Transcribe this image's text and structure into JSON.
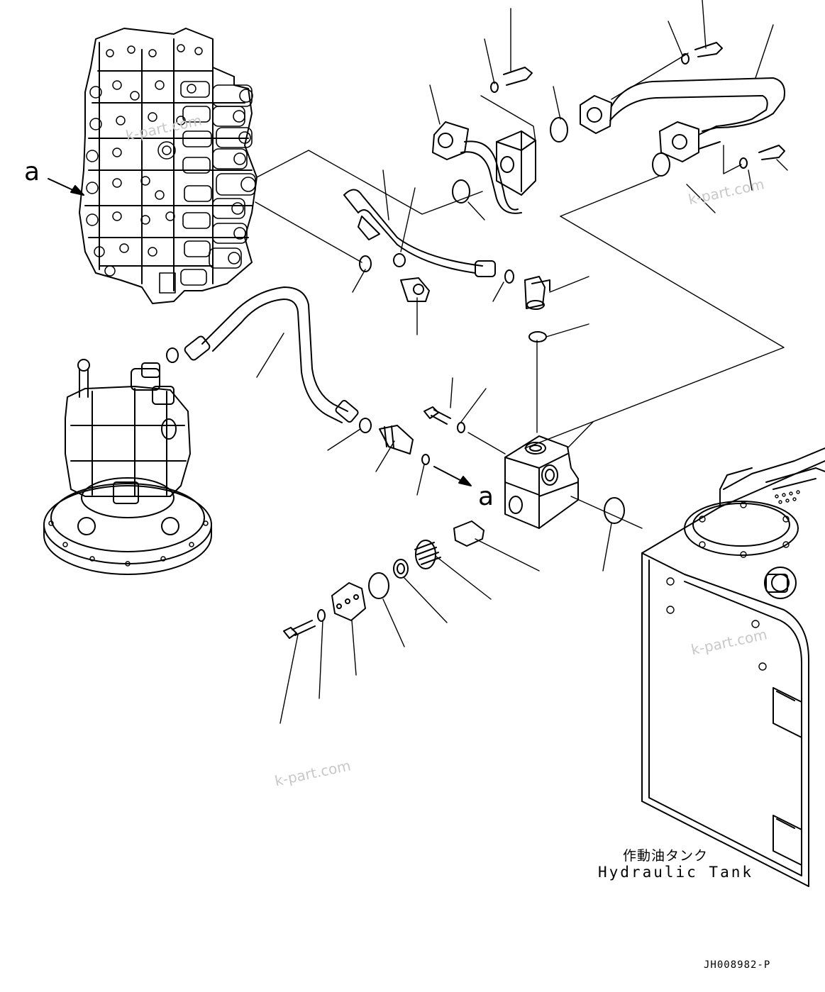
{
  "diagram": {
    "view_marker_top": "a",
    "view_marker_mid": "a",
    "tank_label_jp": "作動油タンク",
    "tank_label_en": "Hydraulic Tank",
    "drawing_code": "JH008982-P",
    "watermarks": [
      "k-part.com",
      "k-part.com",
      "k-part.com",
      "k-part.com"
    ]
  }
}
